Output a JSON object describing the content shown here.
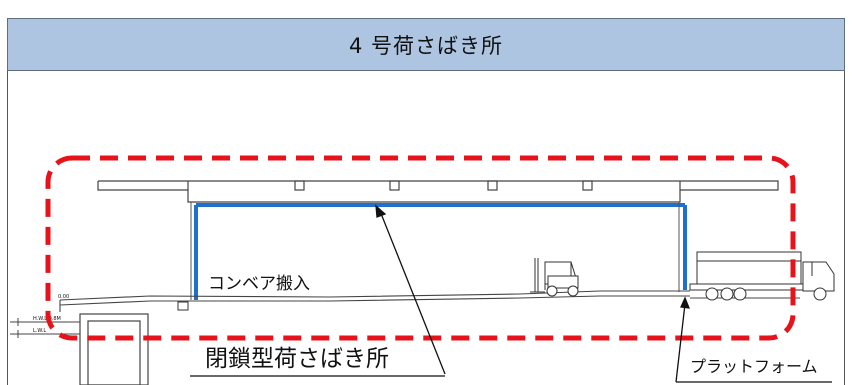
{
  "header": {
    "title": "4 号荷さばき所"
  },
  "labels": {
    "conveyor": "コンベア搬入",
    "closed_area": "閉鎖型荷さばき所",
    "platform": "プラットフォーム",
    "level_hwl": "H.W.L 0.8M",
    "level_lwl": "L.W.L",
    "level_small": "0.00"
  },
  "colors": {
    "header_bg": "#aec5e2",
    "highlight_dash": "#e8131a",
    "wall_blue": "#1f6fd1"
  }
}
